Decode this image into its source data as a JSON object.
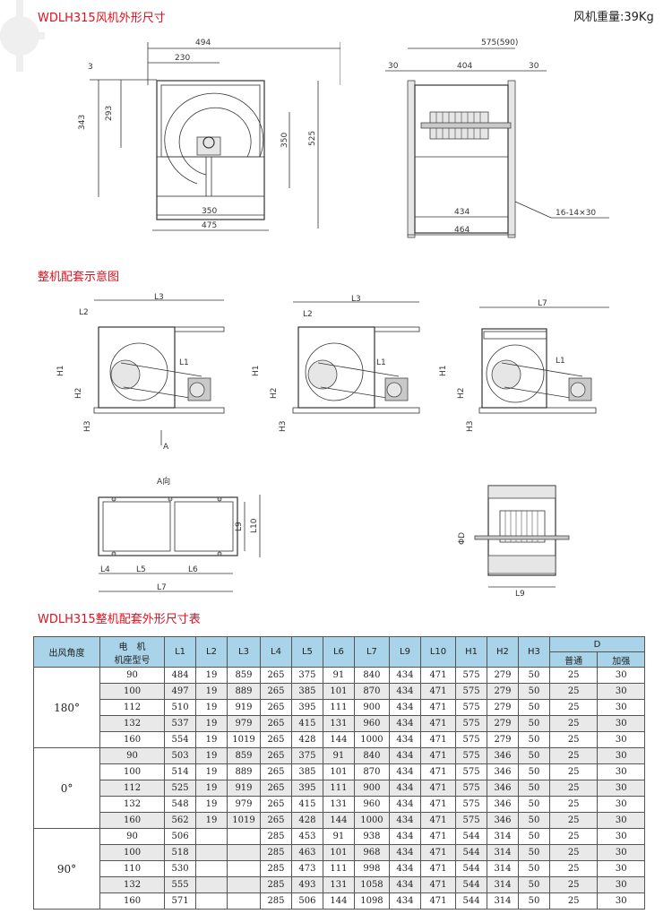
{
  "titles": {
    "outline": "WDLH315风机外形尺寸",
    "weight": "风机重量:39Kg",
    "assembly": "整机配套示意图",
    "table": "WDLH315整机配套外形尺寸表"
  },
  "dims": {
    "front": [
      "494",
      "230",
      "3",
      "343",
      "293",
      "350",
      "525",
      "350",
      "475"
    ],
    "side": [
      "575(590)",
      "30",
      "404",
      "30",
      "434",
      "464",
      "16-14×30"
    ],
    "assembly": [
      "L2",
      "L3",
      "L1",
      "H1",
      "H2",
      "H3",
      "A",
      "L7"
    ],
    "view": [
      "A向",
      "L9",
      "L10",
      "L4",
      "L5",
      "L6",
      "L7",
      "ΦD",
      "L9"
    ]
  },
  "table": {
    "headers": [
      "出风角度",
      "电　机",
      "机座型号",
      "L1",
      "L2",
      "L3",
      "L4",
      "L5",
      "L6",
      "L7",
      "L9",
      "L10",
      "H1",
      "H2",
      "H3",
      "D",
      "普通",
      "加强"
    ],
    "groups": [
      {
        "angle": "180°",
        "rows": [
          [
            "90",
            "484",
            "19",
            "859",
            "265",
            "375",
            "91",
            "840",
            "434",
            "471",
            "575",
            "279",
            "50",
            "25",
            "30"
          ],
          [
            "100",
            "497",
            "19",
            "889",
            "265",
            "385",
            "101",
            "870",
            "434",
            "471",
            "575",
            "279",
            "50",
            "25",
            "30"
          ],
          [
            "112",
            "510",
            "19",
            "919",
            "265",
            "395",
            "111",
            "900",
            "434",
            "471",
            "575",
            "279",
            "50",
            "25",
            "30"
          ],
          [
            "132",
            "537",
            "19",
            "979",
            "265",
            "415",
            "131",
            "960",
            "434",
            "471",
            "575",
            "279",
            "50",
            "25",
            "30"
          ],
          [
            "160",
            "554",
            "19",
            "1019",
            "265",
            "428",
            "144",
            "1000",
            "434",
            "471",
            "575",
            "279",
            "50",
            "25",
            "30"
          ]
        ]
      },
      {
        "angle": "0°",
        "rows": [
          [
            "90",
            "503",
            "19",
            "859",
            "265",
            "375",
            "91",
            "840",
            "434",
            "471",
            "575",
            "346",
            "50",
            "25",
            "30"
          ],
          [
            "100",
            "514",
            "19",
            "889",
            "265",
            "385",
            "101",
            "870",
            "434",
            "471",
            "575",
            "346",
            "50",
            "25",
            "30"
          ],
          [
            "112",
            "525",
            "19",
            "919",
            "265",
            "395",
            "111",
            "900",
            "434",
            "471",
            "575",
            "346",
            "50",
            "25",
            "30"
          ],
          [
            "132",
            "548",
            "19",
            "979",
            "265",
            "415",
            "131",
            "960",
            "434",
            "471",
            "575",
            "346",
            "50",
            "25",
            "30"
          ],
          [
            "160",
            "562",
            "19",
            "1019",
            "265",
            "428",
            "144",
            "1000",
            "434",
            "471",
            "575",
            "346",
            "50",
            "25",
            "30"
          ]
        ]
      },
      {
        "angle": "90°",
        "rows": [
          [
            "90",
            "506",
            "",
            "",
            "285",
            "453",
            "91",
            "938",
            "434",
            "471",
            "544",
            "314",
            "50",
            "25",
            "30"
          ],
          [
            "100",
            "518",
            "",
            "",
            "285",
            "463",
            "101",
            "968",
            "434",
            "471",
            "544",
            "314",
            "50",
            "25",
            "30"
          ],
          [
            "110",
            "530",
            "",
            "",
            "285",
            "473",
            "111",
            "998",
            "434",
            "471",
            "544",
            "314",
            "50",
            "25",
            "30"
          ],
          [
            "132",
            "555",
            "",
            "",
            "285",
            "493",
            "131",
            "1058",
            "434",
            "471",
            "544",
            "314",
            "50",
            "25",
            "30"
          ],
          [
            "160",
            "571",
            "",
            "",
            "285",
            "506",
            "144",
            "1098",
            "434",
            "471",
            "544",
            "314",
            "50",
            "25",
            "30"
          ]
        ]
      }
    ]
  }
}
